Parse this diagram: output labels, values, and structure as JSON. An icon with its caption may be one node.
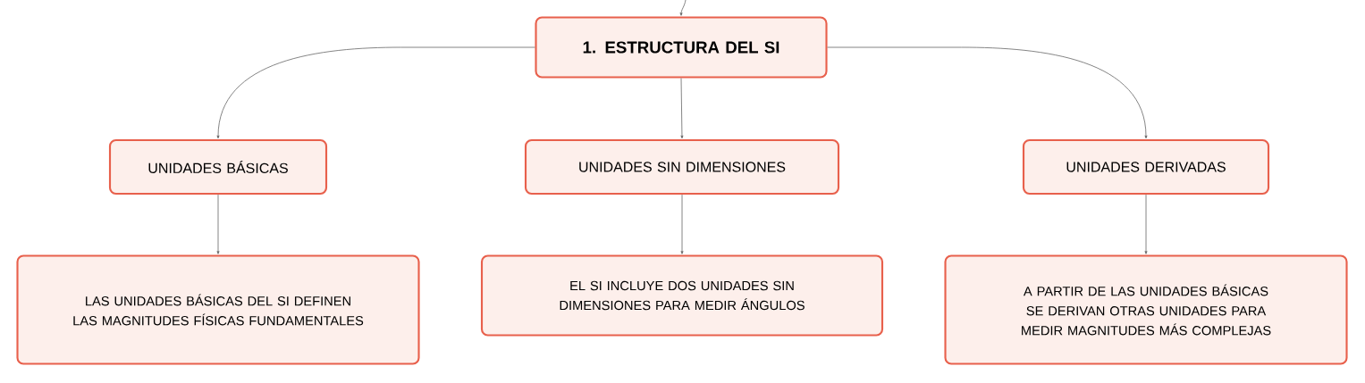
{
  "diagram": {
    "nodes": [
      {
        "text": [
          "1. ESTRUCTURA DEL SI"
        ]
      },
      {
        "text": [
          "UNIDADES BÁSICAS"
        ]
      },
      {
        "text": [
          "UNIDADES SIN DIMENSIONES"
        ]
      },
      {
        "text": [
          "UNIDADES DERIVADAS"
        ]
      },
      {
        "text": [
          "LAS UNIDADES BÁSICAS DEL SI DEFINEN LAS MAGNITUDES FÍSICAS FUNDAMENTALES"
        ]
      },
      {
        "text": [
          "EL SI INCLUYE DOS UNIDADES SIN DIMENSIONES PARA MEDIR ÁNGULOS"
        ]
      },
      {
        "text": [
          "A PARTIR DE LAS UNIDADES BÁSICAS SE DERIVAN OTRAS UNIDADES PARA MEDIR MAGNITUDES MÁS COMPLEJAS"
        ]
      }
    ],
    "edges": [
      {
        "from": null,
        "to": 0,
        "arrow": "to"
      },
      {
        "from": 0,
        "to": 1,
        "arrow": "to"
      },
      {
        "from": 0,
        "to": 2,
        "arrow": "to"
      },
      {
        "from": 0,
        "to": 3,
        "arrow": "to"
      },
      {
        "from": 1,
        "to": 4,
        "arrow": "to"
      },
      {
        "from": 2,
        "to": 5,
        "arrow": "to"
      },
      {
        "from": 3,
        "to": 6,
        "arrow": "to"
      }
    ]
  }
}
